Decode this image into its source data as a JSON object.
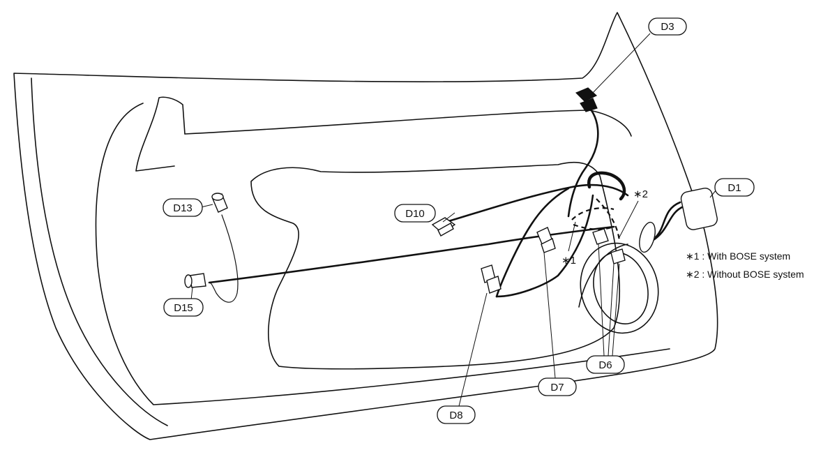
{
  "callouts": {
    "d1": "D1",
    "d3": "D3",
    "d6": "D6",
    "d7": "D7",
    "d8": "D8",
    "d10": "D10",
    "d13": "D13",
    "d15": "D15"
  },
  "marks": {
    "star1": "∗1",
    "star2": "∗2"
  },
  "legend": {
    "item1": "∗1 : With BOSE system",
    "item2": "∗2 : Without BOSE system"
  }
}
